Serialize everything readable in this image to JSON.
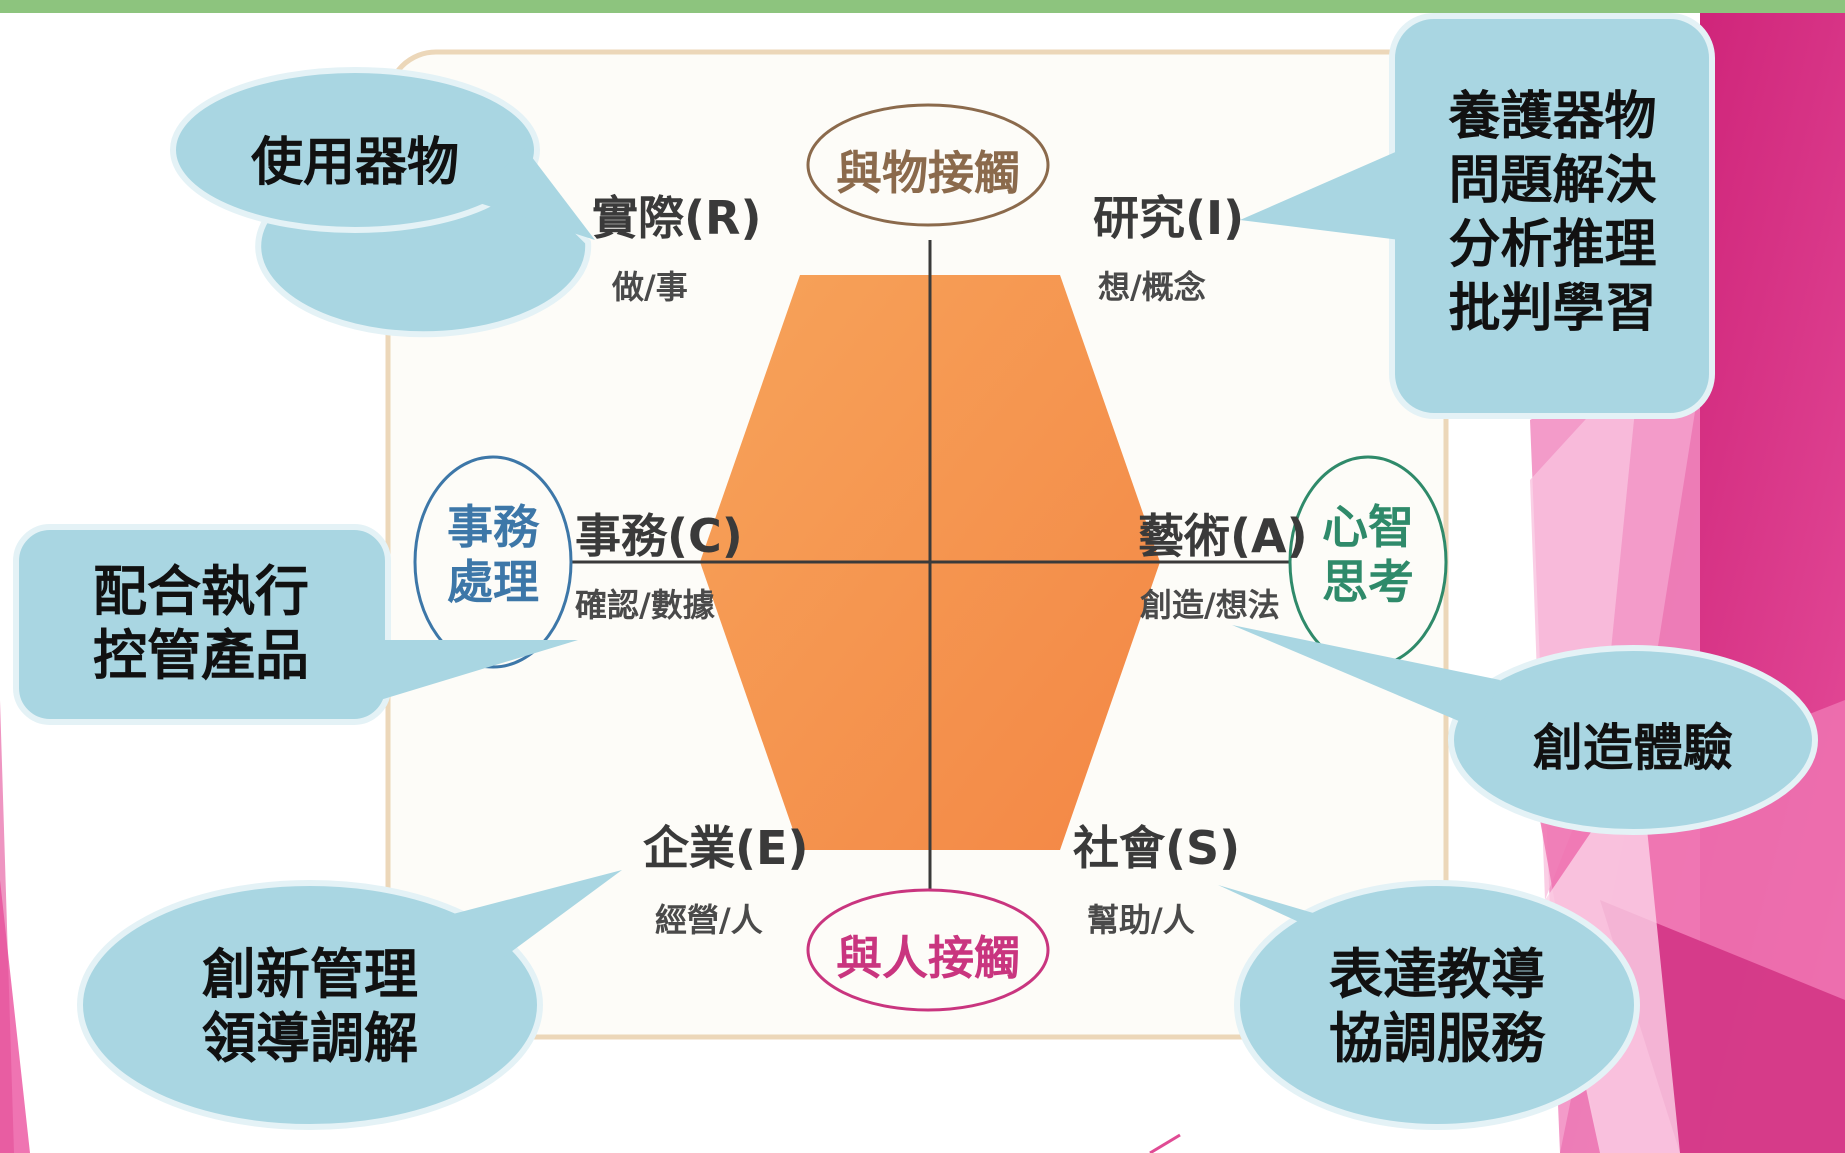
{
  "diagram": {
    "types": {
      "R": {
        "title": "實際(R)",
        "desc": "做/事"
      },
      "I": {
        "title": "研究(I)",
        "desc": "想/概念"
      },
      "C": {
        "title": "事務(C)",
        "desc": "確認/數據"
      },
      "A": {
        "title": "藝術(A)",
        "desc": "創造/想法"
      },
      "E": {
        "title": "企業(E)",
        "desc": "經營/人"
      },
      "S": {
        "title": "社會(S)",
        "desc": "幫助/人"
      }
    },
    "axes": {
      "top": "與物接觸",
      "bottom": "與人接觸",
      "left_line1": "事務",
      "left_line2": "處理",
      "right_line1": "心智",
      "right_line2": "思考"
    }
  },
  "callouts": {
    "R": "使用器物",
    "I_line1": "養護器物",
    "I_line2": "問題解決",
    "I_line3": "分析推理",
    "I_line4": "批判學習",
    "C_line1": "配合執行",
    "C_line2": "控管產品",
    "A": "創造體驗",
    "E_line1": "創新管理",
    "E_line2": "領導調解",
    "S_line1": "表達教導",
    "S_line2": "協調服務"
  },
  "colors": {
    "top_bar": "#8dc47e",
    "hexagon": "#f5934a",
    "callout_fill": "#a9d6e2",
    "callout_border": "#e4f2f6",
    "top_axis": "#8b6a4c",
    "bottom_axis": "#c9357f",
    "left_axis": "#3d77a8",
    "right_axis": "#2f8a6a",
    "accent_pink": "#d61f82"
  }
}
